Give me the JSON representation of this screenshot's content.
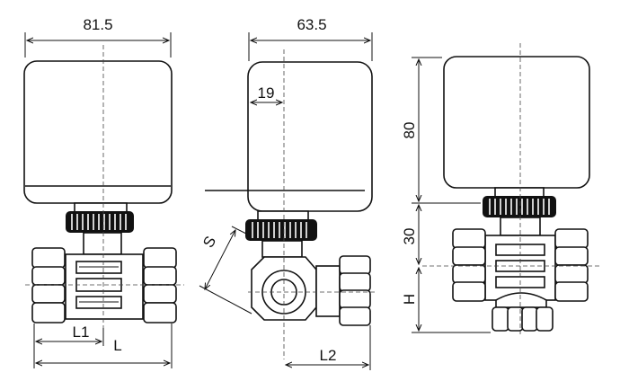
{
  "dimensions": {
    "front_width": "81.5",
    "side_width": "63.5",
    "side_offset": "19",
    "shaft_diameter": "S",
    "port_length_l1": "L1",
    "total_length_l": "L",
    "port_length_l2": "L2",
    "actuator_height": "80",
    "neck_height": "30",
    "center_height": "H"
  },
  "colors": {
    "line": "#111111",
    "knob": "#111111",
    "background": "#ffffff"
  }
}
